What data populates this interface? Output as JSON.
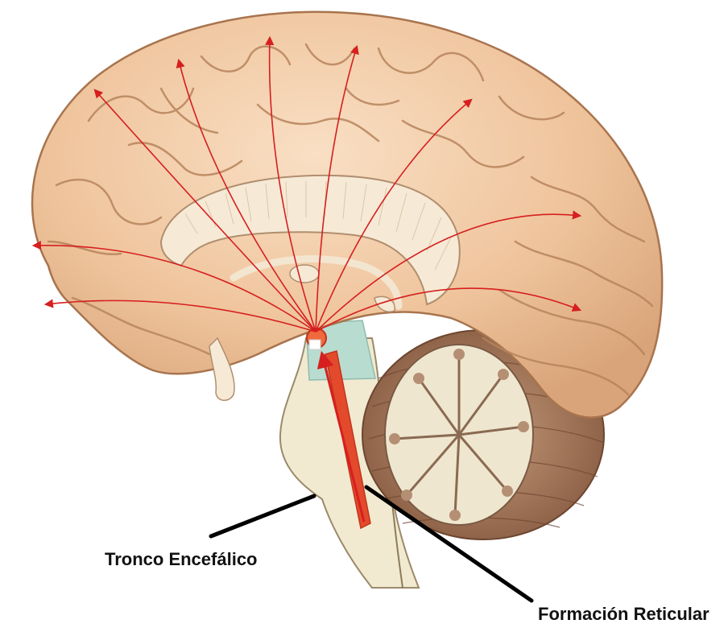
{
  "labels": {
    "brainstem": "Tronco Encefálico",
    "reticular_formation": "Formación Reticular"
  },
  "colors": {
    "cortex": "#efc9a4",
    "cortex_light": "#f7dcc0",
    "cortex_shadow": "#c79b72",
    "corpus_callosum": "#f6ead6",
    "brainstem": "#f1ead0",
    "cerebellum_outer": "#a07458",
    "cerebellum_inner": "#efe6cf",
    "reticular_highlight": "#e34a2c",
    "projection_arrows": "#d61f1f",
    "ventricle_teal": "#b9dcd0",
    "leader_lines": "#000000"
  },
  "icons": {
    "origin_marker": "white-square-marker"
  }
}
